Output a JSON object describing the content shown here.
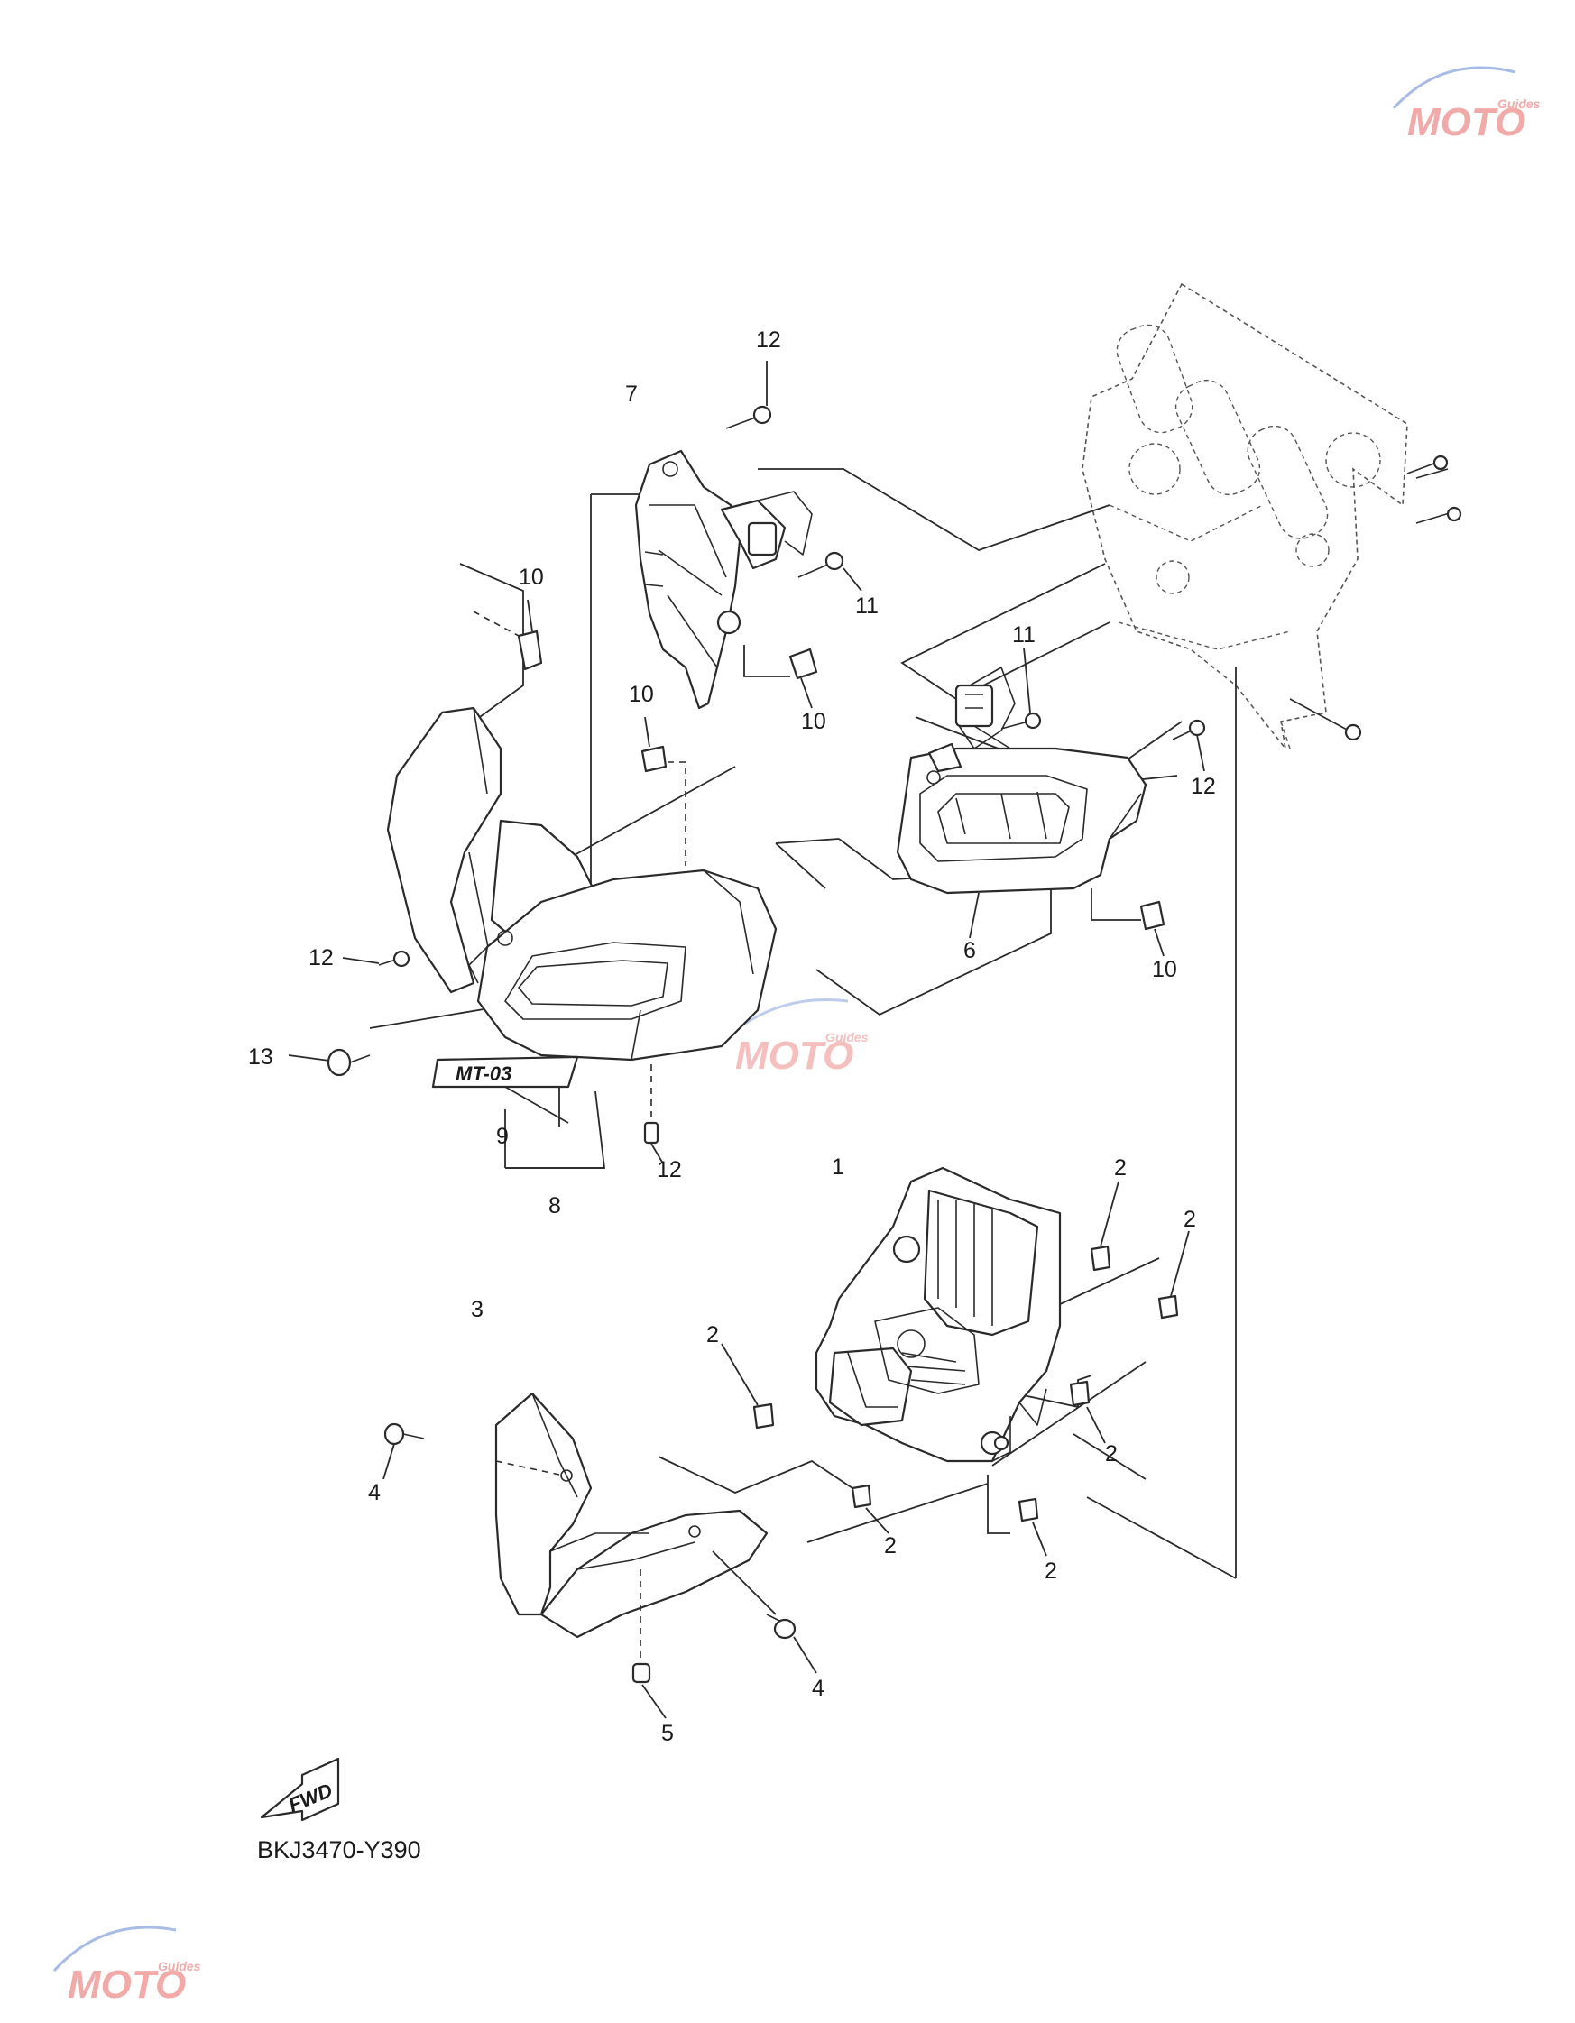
{
  "diagram_code": "BKJ3470-Y390",
  "fwd_label": "FWD",
  "emblem_text": "MT-03",
  "watermark": {
    "main": "MOTO",
    "sub": "Guides",
    "color": "#e8736f",
    "accent": "#6f8fd6"
  },
  "callouts": {
    "c1": "1",
    "c2a": "2",
    "c2b": "2",
    "c2c": "2",
    "c2d": "2",
    "c2e": "2",
    "c2f": "2",
    "c3": "3",
    "c4a": "4",
    "c4b": "4",
    "c5": "5",
    "c6": "6",
    "c7": "7",
    "c8": "8",
    "c9": "9",
    "c10a": "10",
    "c10b": "10",
    "c10c": "10",
    "c10d": "10",
    "c11a": "11",
    "c11b": "11",
    "c12a": "12",
    "c12b": "12",
    "c12c": "12",
    "c12d": "12",
    "c13": "13"
  }
}
